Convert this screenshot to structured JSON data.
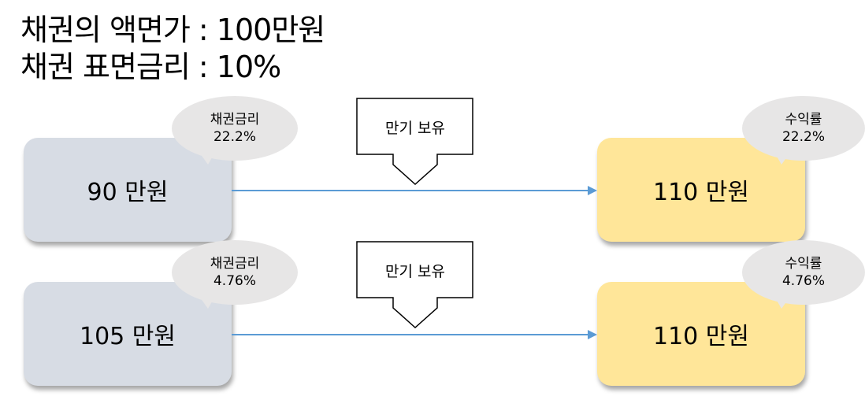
{
  "heading": {
    "line1": "채권의 액면가 : 100만원",
    "line2": "채권 표면금리 : 10%"
  },
  "rows": [
    {
      "buy_price": "90 만원",
      "rate_title": "채권금리",
      "rate_value": "22.2%",
      "hold_label": "만기 보유",
      "maturity_value": "110 만원",
      "yield_title": "수익률",
      "yield_value": "22.2%"
    },
    {
      "buy_price": "105 만원",
      "rate_title": "채권금리",
      "rate_value": "4.76%",
      "hold_label": "만기 보유",
      "maturity_value": "110 만원",
      "yield_title": "수익률",
      "yield_value": "4.76%"
    }
  ],
  "colors": {
    "buy_box": "#d7dce4",
    "maturity_box": "#ffe699",
    "bubble": "#e7e6e6",
    "arrow": "#5b9bd5"
  }
}
